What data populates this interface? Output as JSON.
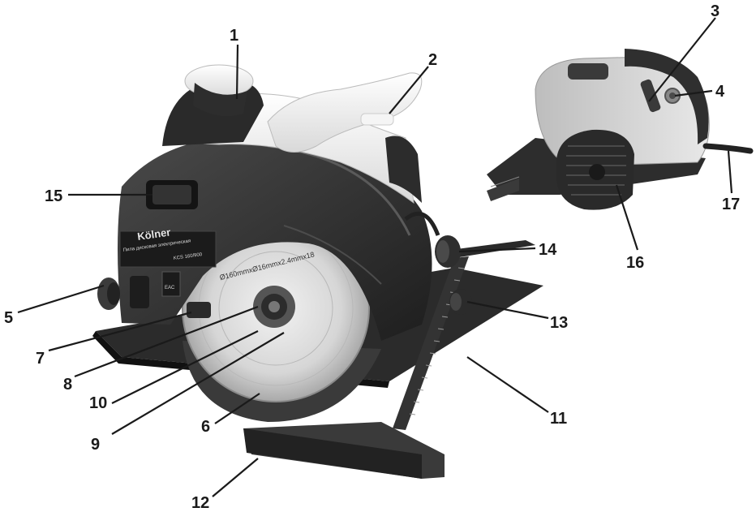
{
  "product": {
    "brand": "Kölner",
    "model": "KCS 160/900",
    "plate_title": "Пила дисковая электрическая",
    "blade_spec": "Ø160mmxØ16mmx2.4mmx18",
    "cert_mark": "EAC"
  },
  "callouts": [
    {
      "id": "1",
      "label": "1"
    },
    {
      "id": "2",
      "label": "2"
    },
    {
      "id": "3",
      "label": "3"
    },
    {
      "id": "4",
      "label": "4"
    },
    {
      "id": "5",
      "label": "5"
    },
    {
      "id": "6",
      "label": "6"
    },
    {
      "id": "7",
      "label": "7"
    },
    {
      "id": "8",
      "label": "8"
    },
    {
      "id": "9",
      "label": "9"
    },
    {
      "id": "10",
      "label": "10"
    },
    {
      "id": "11",
      "label": "11"
    },
    {
      "id": "12",
      "label": "12"
    },
    {
      "id": "13",
      "label": "13"
    },
    {
      "id": "14",
      "label": "14"
    },
    {
      "id": "15",
      "label": "15"
    },
    {
      "id": "16",
      "label": "16"
    },
    {
      "id": "17",
      "label": "17"
    }
  ]
}
